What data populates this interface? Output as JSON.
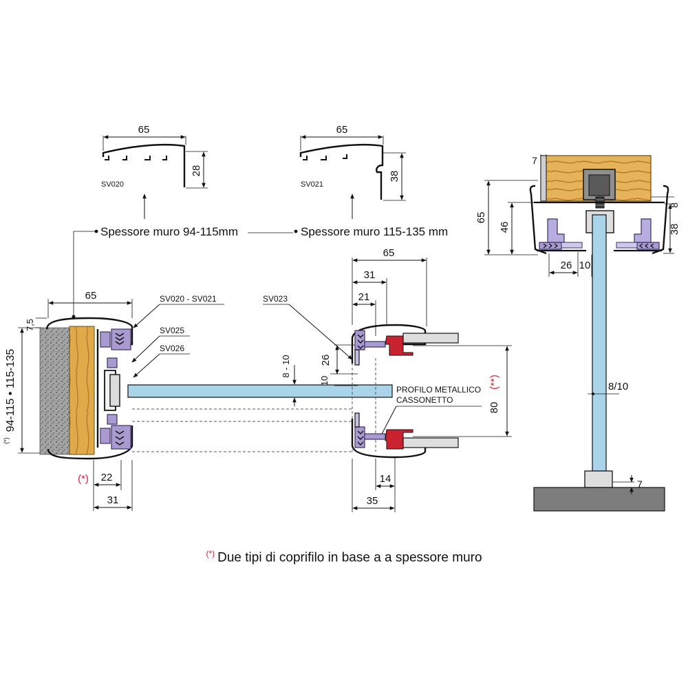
{
  "labels": {
    "sv020": "SV020",
    "sv021": "SV021",
    "sv020_sv021": "SV020 - SV021",
    "sv025": "SV025",
    "sv026": "SV026",
    "sv023": "SV023",
    "wall_thin": "Spessore muro 94-115mm",
    "wall_thick": "Spessore muro 115-135 mm",
    "profile_1": "PROFILO METALLICO",
    "profile_2": "CASSONETTO",
    "wall_range": "94-115 • 115-135",
    "asterisk": "(*)",
    "double_asterisk": "(**)"
  },
  "dims": {
    "sv020_w": "65",
    "sv020_h": "28",
    "sv021_w": "65",
    "sv021_h": "38",
    "left_w": "65",
    "left_75": "7,5",
    "left_22": "22",
    "left_31": "31",
    "mid_8_10": "8 - 10",
    "mid_26": "26",
    "mid_10": "10",
    "right_65": "65",
    "right_31": "31",
    "right_21": "21",
    "right_80": "80",
    "right_14": "14",
    "right_35": "35",
    "sec_7_top": "7",
    "sec_65": "65",
    "sec_46": "46",
    "sec_8": "8",
    "sec_38": "38",
    "sec_26": "26",
    "sec_10": "10",
    "sec_8_10": "8/10",
    "sec_7_bottom": "7"
  },
  "footnote": {
    "mark": "(*)",
    "text": "Due tipi di coprifilo in base a a spessore muro"
  },
  "colors": {
    "glass": "#a9d4ea",
    "gasket": "#a99ad0",
    "red_accent": "#c9232f",
    "wood": "#e0a94a",
    "wall": "#9a9a9a",
    "floor": "#7d7d7d"
  }
}
